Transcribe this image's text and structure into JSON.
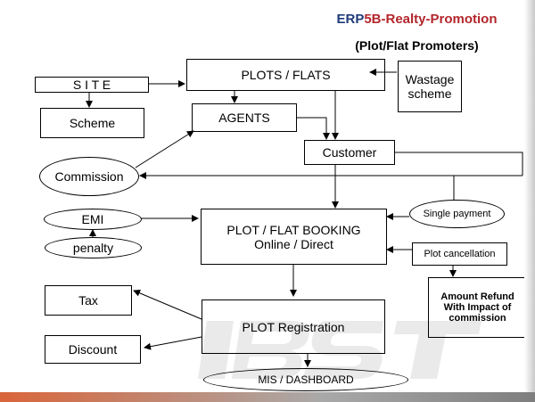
{
  "header": {
    "title_prefix": "ERP",
    "title_rest": "5B-Realty-Promotion",
    "subtitle": "(Plot/Flat Promoters)"
  },
  "nodes": {
    "site": "S I T E",
    "plots_flats": "PLOTS / FLATS",
    "wastage_scheme": "Wastage scheme",
    "scheme": "Scheme",
    "agents": "AGENTS",
    "customer": "Customer",
    "commission": "Commission",
    "emi": "EMI",
    "penalty": "penalty",
    "booking_line1": "PLOT / FLAT BOOKING",
    "booking_line2": "Online / Direct",
    "single_payment": "Single payment",
    "plot_cancellation": "Plot cancellation",
    "amount_refund": "Amount Refund With Impact of commission",
    "tax": "Tax",
    "discount": "Discount",
    "plot_registration": "PLOT Registration",
    "mis_dashboard": "MIS / DASHBOARD"
  },
  "colors": {
    "title_prefix": "#1f3b7a",
    "title_rest": "#b3262b",
    "watermark": "#d9d9d9",
    "bottom_bar_start": "#d9653a",
    "bottom_bar_end": "#7e7e7e"
  }
}
